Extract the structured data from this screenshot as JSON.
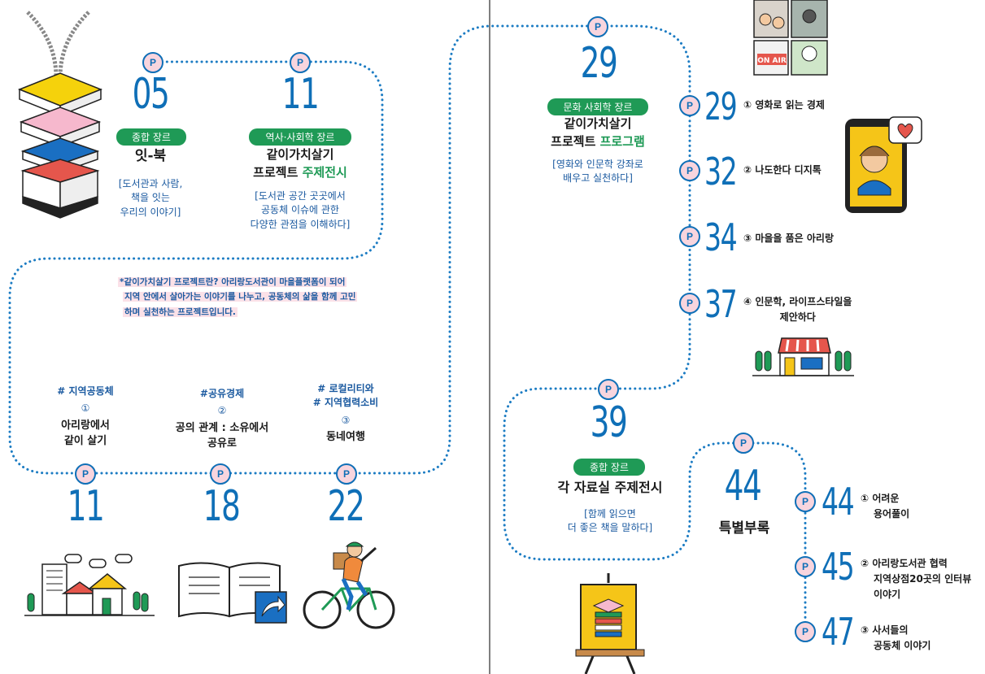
{
  "left": {
    "top_items": [
      {
        "page": "05",
        "tag": "종합 장르",
        "title": "잇-북",
        "desc": [
          "[도서관과 사람,",
          "책을 잇는",
          "우리의 이야기]"
        ]
      },
      {
        "page": "11",
        "tag": "역사·사회학 장르",
        "title_line1": "같이가치살기",
        "title_line2_a": "프로젝트 ",
        "title_line2_b": "주제전시",
        "desc": [
          "[도서관 공간 곳곳에서",
          "공동체 이슈에 관한",
          "다양한 관점을 이해하다]"
        ]
      }
    ],
    "note": [
      "*같이가치살기 프로젝트란? 아리랑도서관이 마을플랫폼이 되어",
      "지역 안에서 살아가는 이야기를 나누고, 공동체의 삶을 함께 고민",
      "하며 실천하는 프로젝트입니다."
    ],
    "bottom_items": [
      {
        "page": "11",
        "hashtag": "# 지역공동체",
        "circle": "①",
        "title": [
          "아리랑에서",
          "같이 살기"
        ]
      },
      {
        "page": "18",
        "hashtag": "#공유경제",
        "circle": "②",
        "title": [
          "공의 관계 : 소유에서",
          "공유로"
        ]
      },
      {
        "page": "22",
        "hashtag": [
          "# 로컬리티와",
          "# 지역협력소비"
        ],
        "circle": "③",
        "title": [
          "동네여행"
        ]
      }
    ]
  },
  "right": {
    "main": {
      "page": "29",
      "tag": "문화 사회학 장르",
      "title_line1": "같이가치살기",
      "title_line2_a": "프로젝트 ",
      "title_line2_b": "프로그램",
      "desc": [
        "[영화와 인문학 강좌로",
        "배우고 실천하다]"
      ]
    },
    "sub": [
      {
        "page": "29",
        "label": [
          "① 영화로 읽는 경제"
        ]
      },
      {
        "page": "32",
        "label": [
          "② 나도한다 디지톡"
        ]
      },
      {
        "page": "34",
        "label": [
          "③ 마을을 품은 아리랑"
        ]
      },
      {
        "page": "37",
        "label": [
          "④ 인문학, 라이프스타일을",
          "제안하다"
        ]
      }
    ],
    "exhibit": {
      "page": "39",
      "tag": "종합 장르",
      "title": "각 자료실 주제전시",
      "desc": [
        "[함께 읽으면",
        "더 좋은 책을 말하다]"
      ]
    },
    "special": {
      "page": "44",
      "title": "특별부록"
    },
    "special_sub": [
      {
        "page": "44",
        "label": [
          "① 어려운",
          "용어풀이"
        ]
      },
      {
        "page": "45",
        "label": [
          "② 아리랑도서관 협력",
          "지역상점20곳의 인터뷰",
          "이야기"
        ]
      },
      {
        "page": "47",
        "label": [
          "③ 사서들의",
          "공동체 이야기"
        ]
      }
    ],
    "on_air": "ON AIR"
  },
  "pin_letter": "P",
  "colors": {
    "blue": "#0f6fb7",
    "green": "#1f9a56",
    "pink": "#f8d5de",
    "yellow": "#f5c518"
  }
}
